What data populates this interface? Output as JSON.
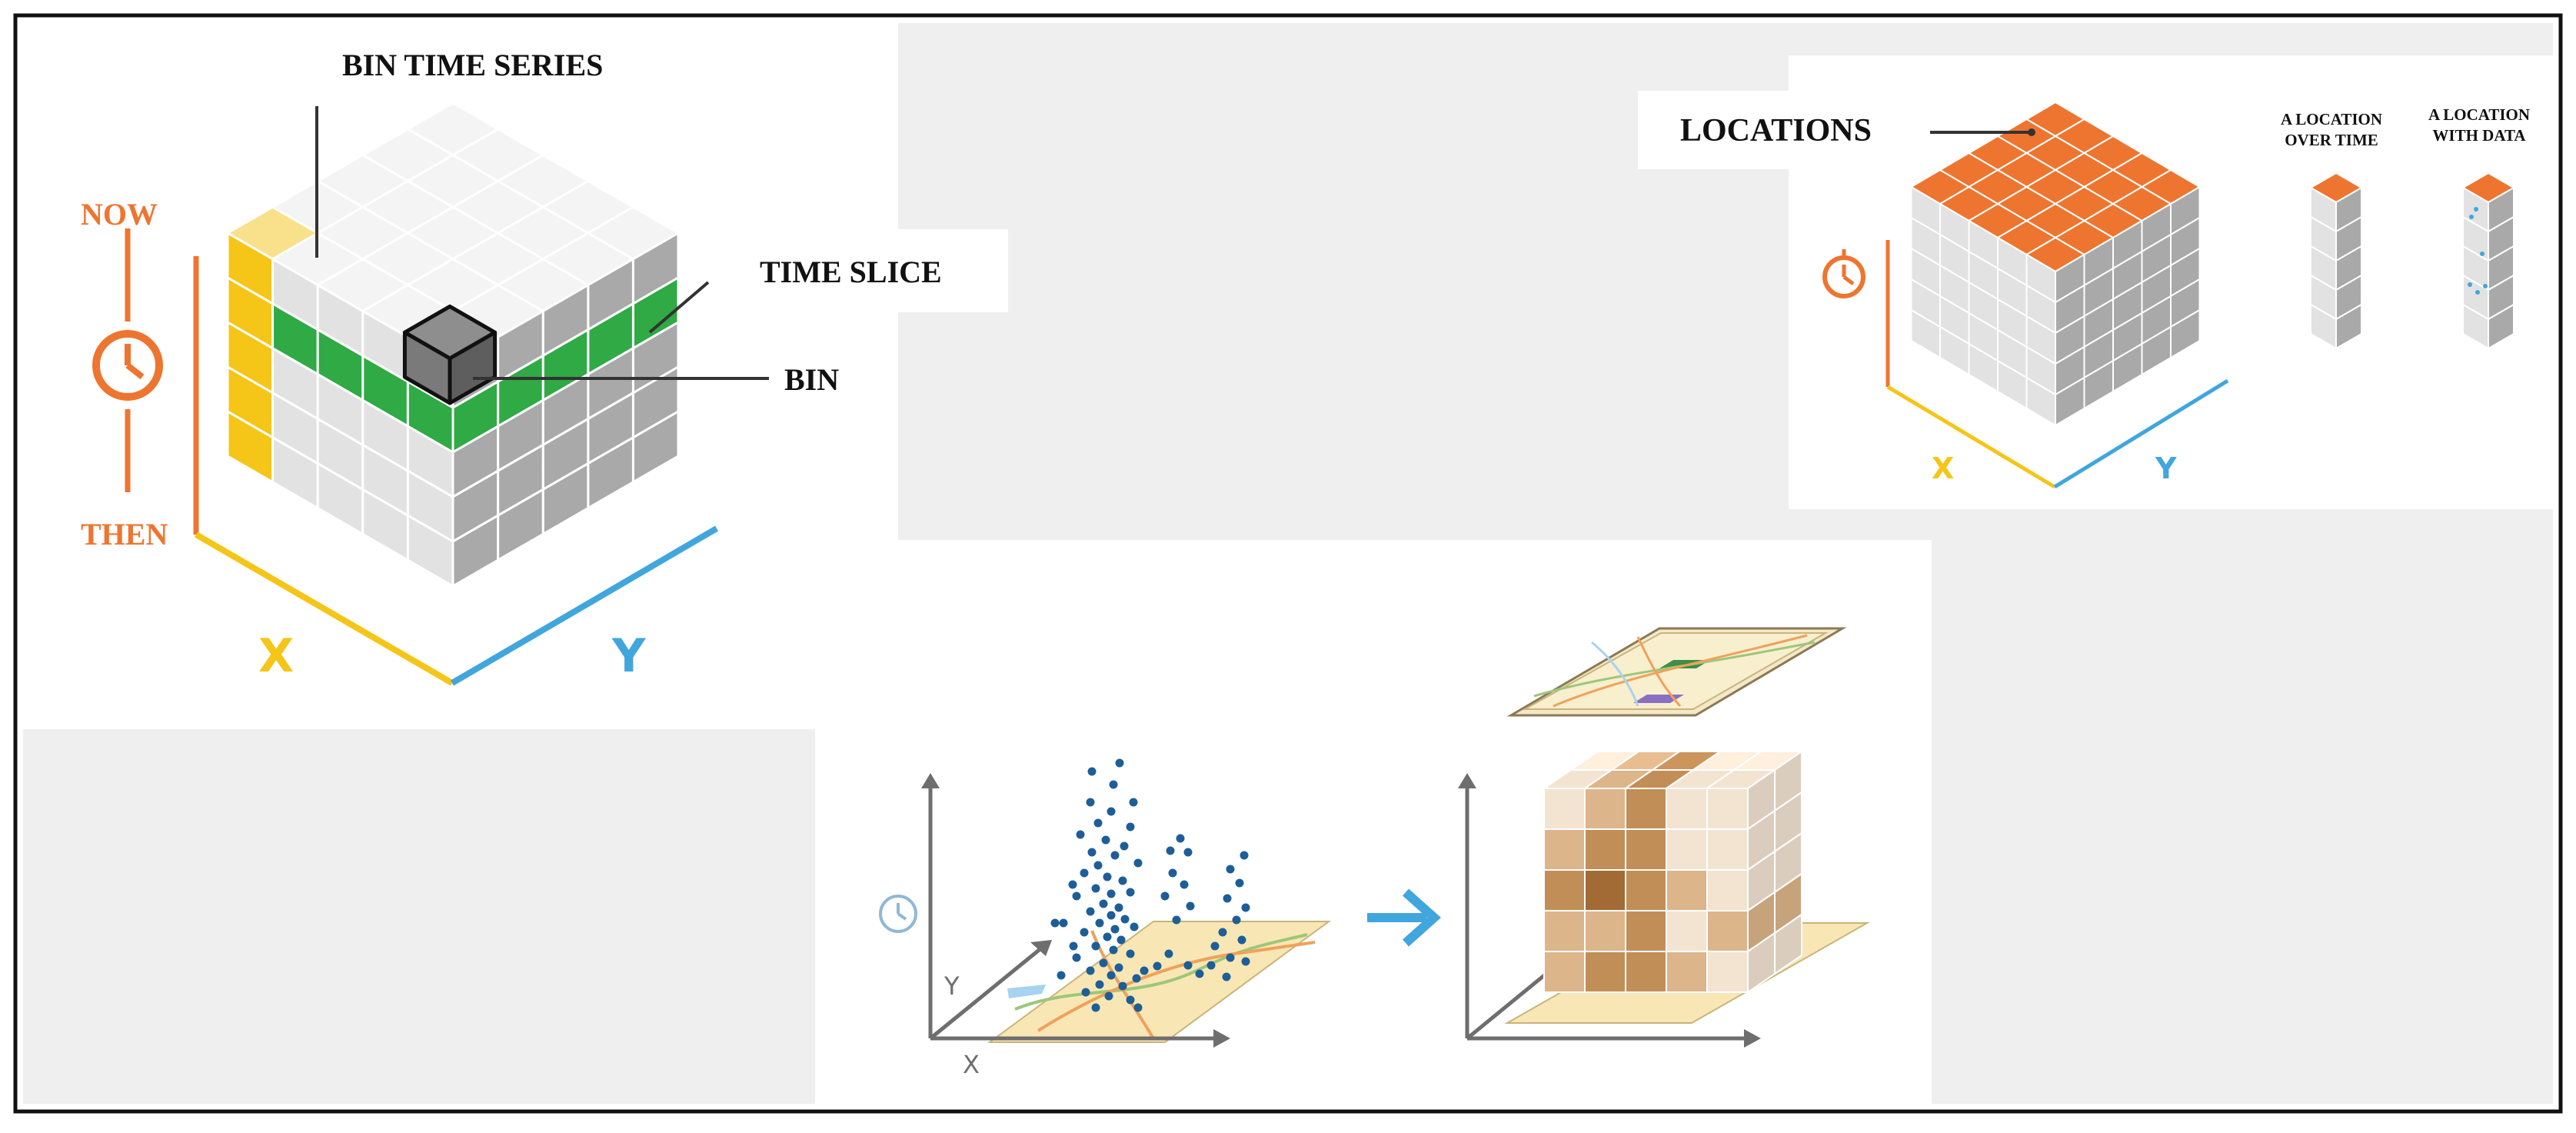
{
  "panel1": {
    "label_bin_time_series": "BIN TIME SERIES",
    "label_now": "NOW",
    "label_then": "THEN",
    "label_time_slice": "TIME SLICE",
    "label_bin": "BIN",
    "axis_x": "X",
    "axis_y": "Y"
  },
  "panel2": {
    "label_locations": "LOCATIONS",
    "label_location_over_time_1": "A LOCATION",
    "label_location_over_time_2": "OVER TIME",
    "label_location_with_data_1": "A LOCATION",
    "label_location_with_data_2": "WITH DATA",
    "axis_x": "X",
    "axis_y": "Y"
  },
  "panel3": {
    "axis_x": "X",
    "axis_y": "Y"
  },
  "colors": {
    "orange": "#EE7530",
    "yellow": "#F5C518",
    "blue": "#41A6DD",
    "green": "#2FAA45",
    "gray_bg": "#EFEFEF",
    "dark_gray": "#6E6E6E",
    "cube_top": "#F4F4F4",
    "cube_left": "#E2E2E2",
    "cube_right": "#A9A9A9",
    "point_blue": "#1E5E98"
  },
  "icons": [
    "clock-icon",
    "arrow-right-icon"
  ]
}
